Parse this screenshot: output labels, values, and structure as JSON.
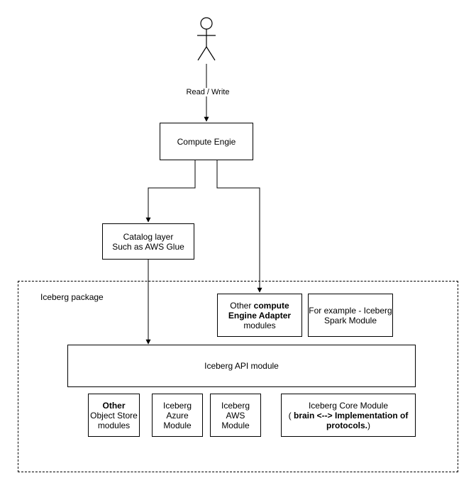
{
  "actor": {
    "icon": "stick-figure-user-icon"
  },
  "edge_label": "Read / Write",
  "compute_engine": {
    "label": "Compute Engie"
  },
  "catalog_layer": {
    "line1": "Catalog layer",
    "line2": "Such as AWS Glue"
  },
  "package": {
    "label": "Iceberg package"
  },
  "other_compute": {
    "pre": "Other ",
    "bold1": "compute",
    "bold2": "Engine Adapter",
    "line3": "modules"
  },
  "spark_example": {
    "line1": "For example - Iceberg",
    "line2": "Spark Module"
  },
  "api_module": {
    "label": "Iceberg API module"
  },
  "other_object_store": {
    "bold": "Other",
    "line2": "Object Store",
    "line3": "modules"
  },
  "azure_module": {
    "line1": "Iceberg",
    "line2": "Azure",
    "line3": "Module"
  },
  "aws_module": {
    "line1": "Iceberg",
    "line2": "AWS",
    "line3": "Module"
  },
  "core_module": {
    "line1": "Iceberg Core Module",
    "pre": "( ",
    "bold1": "brain <--> Implementation of",
    "bold2": "protocols.",
    "post": ")"
  }
}
